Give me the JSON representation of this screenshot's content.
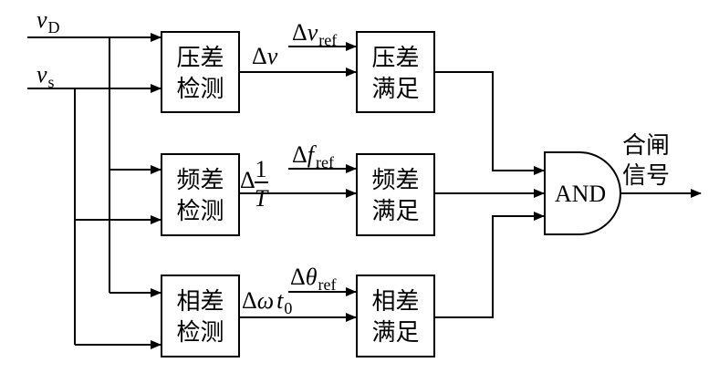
{
  "inputs": {
    "vD": {
      "symbol": "v",
      "sub": "D"
    },
    "vs": {
      "symbol": "v",
      "sub": "s"
    }
  },
  "detect_blocks": [
    {
      "line1": "压差",
      "line2": "检测"
    },
    {
      "line1": "频差",
      "line2": "检测"
    },
    {
      "line1": "相差",
      "line2": "检测"
    }
  ],
  "satisfy_blocks": [
    {
      "line1": "压差",
      "line2": "满足"
    },
    {
      "line1": "频差",
      "line2": "满足"
    },
    {
      "line1": "相差",
      "line2": "满足"
    }
  ],
  "signals": {
    "dv": {
      "delta": "Δ",
      "symbol": "v"
    },
    "df": {
      "delta": "Δ",
      "num": "1",
      "den": "T"
    },
    "dphase": {
      "delta": "Δ",
      "omega": "ω",
      "t": "t",
      "sub": "0"
    }
  },
  "refs": {
    "v": {
      "delta": "Δ",
      "symbol": "v",
      "sub": "ref"
    },
    "f": {
      "delta": "Δ",
      "symbol": "f",
      "sub": "ref"
    },
    "theta": {
      "delta": "Δ",
      "symbol": "θ",
      "sub": "ref"
    }
  },
  "gate": {
    "label": "AND"
  },
  "output": {
    "line1": "合闸",
    "line2": "信号"
  }
}
